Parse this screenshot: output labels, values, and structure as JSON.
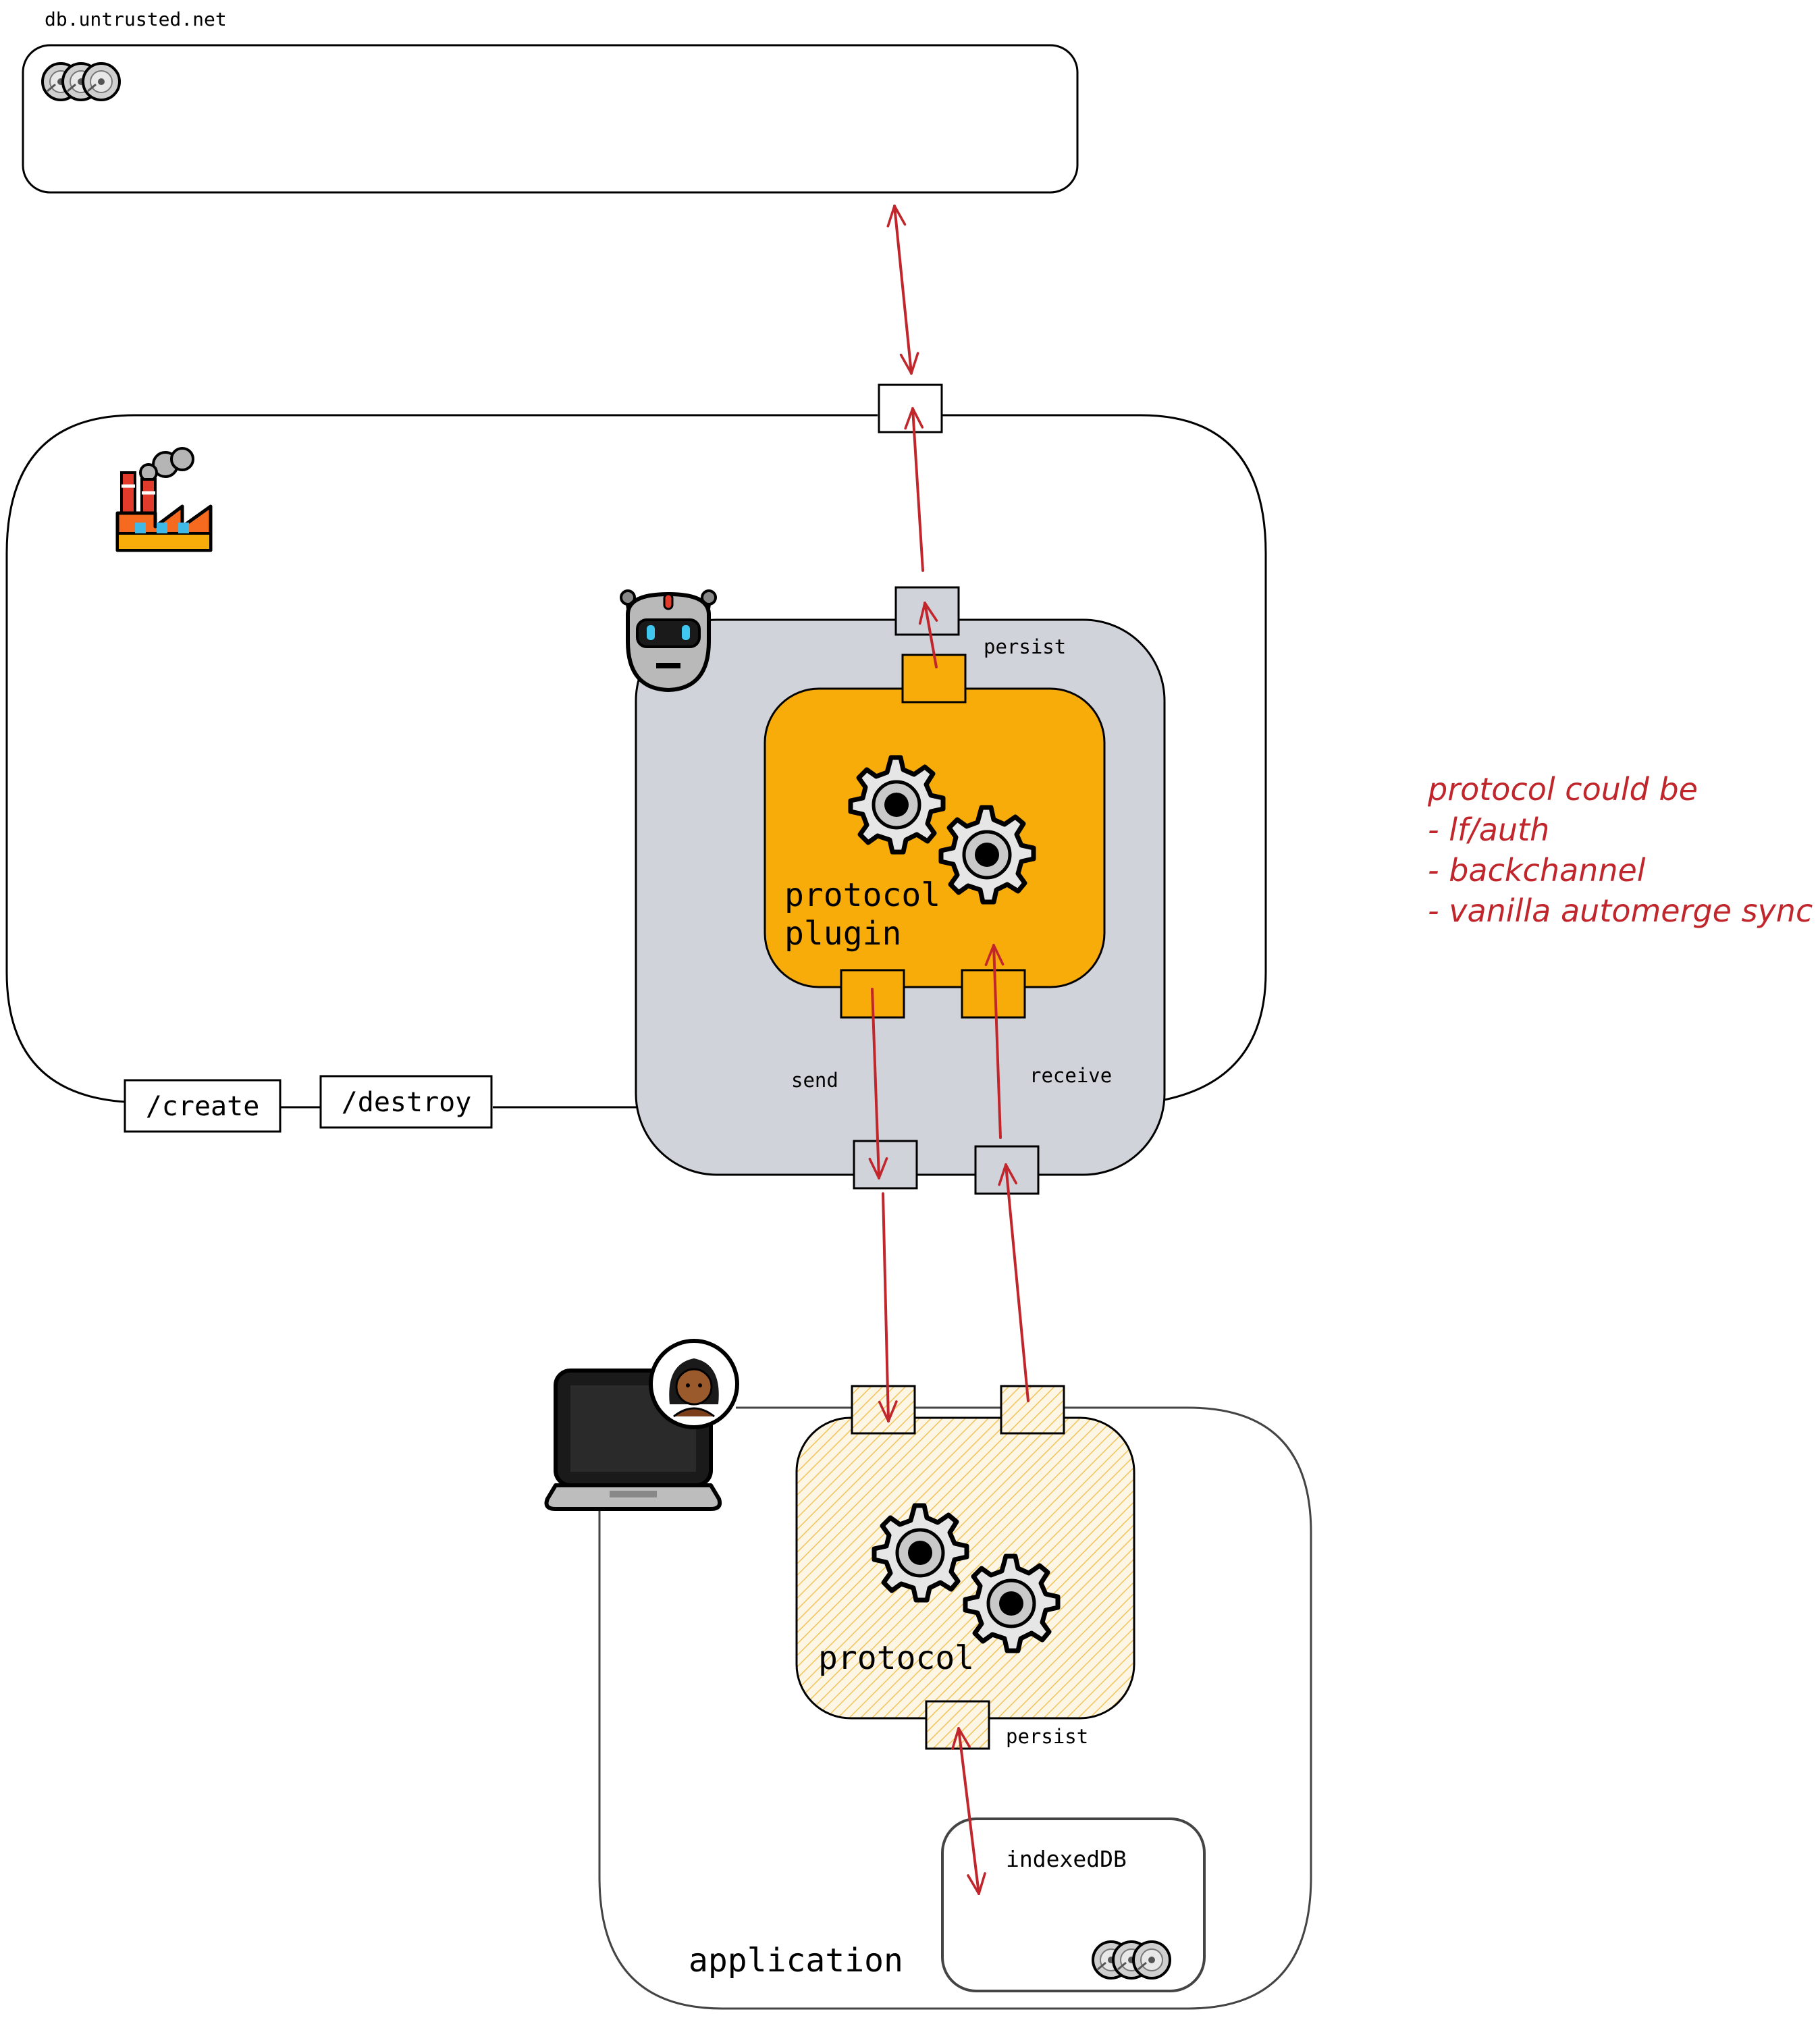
{
  "labels": {
    "db_host": "db.untrusted.net",
    "persist_top": "persist",
    "send": "send",
    "receive": "receive",
    "create": "/create",
    "destroy": "/destroy",
    "plugin_line1": "protocol",
    "plugin_line2": "plugin",
    "protocol": "protocol",
    "persist_bottom": "persist",
    "indexeddb": "indexedDB",
    "application": "application"
  },
  "note": {
    "lines": [
      "protocol could be",
      "- lf/auth",
      "- backchannel",
      "- vanilla automerge sync"
    ]
  },
  "colors": {
    "arrow": "#c0262b",
    "plugin_fill": "#f8ac0a",
    "container_fill": "#d0d4da",
    "port_gray": "#d0d4da",
    "protocol_hatch": "#f2c35a",
    "note_text": "#c0262b"
  },
  "icons": {
    "db": "disk-stack-icon",
    "factory": "factory-icon",
    "robot": "robot-icon",
    "gears": "gears-icon",
    "laptop": "laptop-icon",
    "person": "woman-avatar-icon",
    "indexeddb_disks": "disk-stack-icon"
  }
}
